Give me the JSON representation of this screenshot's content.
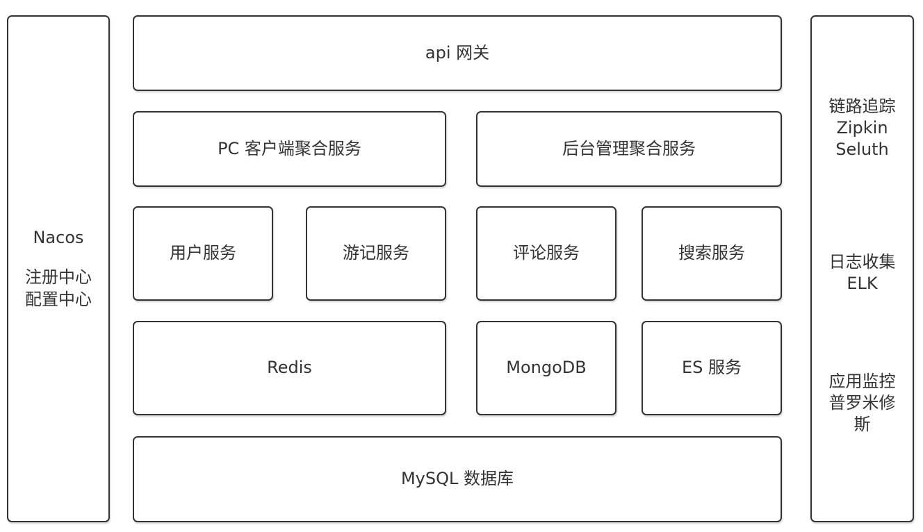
{
  "nacos": {
    "title": "Nacos",
    "line1": "注册中心",
    "line2": "配置中心"
  },
  "gateway": {
    "label": "api 网关"
  },
  "aggregation": {
    "pc": "PC 客户端聚合服务",
    "admin": "后台管理聚合服务"
  },
  "services": {
    "user": "用户服务",
    "travel": "游记服务",
    "comment": "评论服务",
    "search": "搜索服务"
  },
  "storage": {
    "redis": "Redis",
    "mongodb": "MongoDB",
    "es": "ES 服务",
    "mysql": "MySQL 数据库"
  },
  "ops": {
    "tracing": [
      "链路追踪",
      "Zipkin",
      "Seluth"
    ],
    "logging": [
      "日志收集",
      "ELK"
    ],
    "monitoring": [
      "应用监控",
      "普罗米修",
      "斯"
    ]
  }
}
